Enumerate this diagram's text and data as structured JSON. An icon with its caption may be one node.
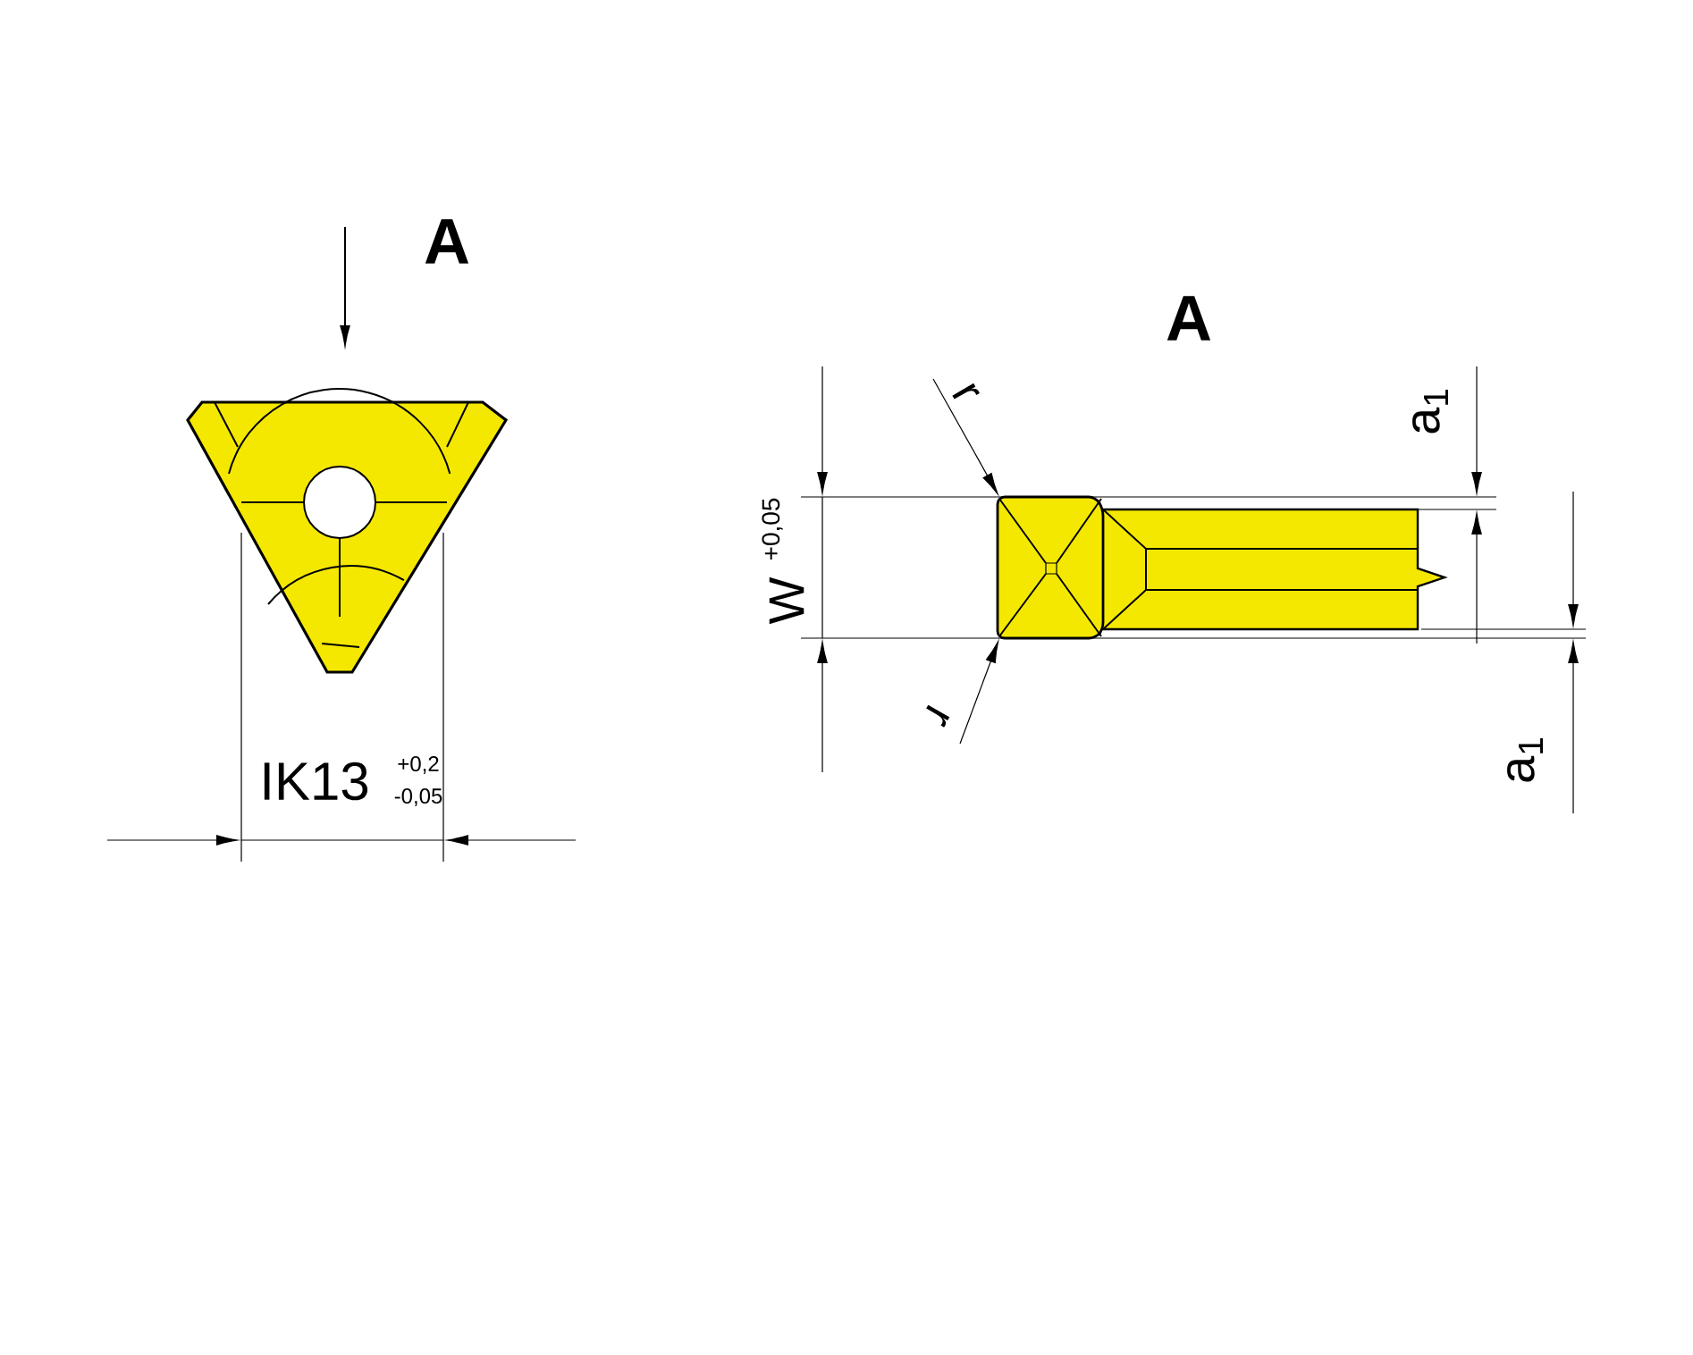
{
  "diagram": {
    "labels": [
      "A",
      "A",
      "a$_{1}$",
      "r",
      "W",
      "+0,05",
      "r",
      "IK13",
      "+0,2",
      "-0,05",
      "a$_{1}$"
    ]
  }
}
